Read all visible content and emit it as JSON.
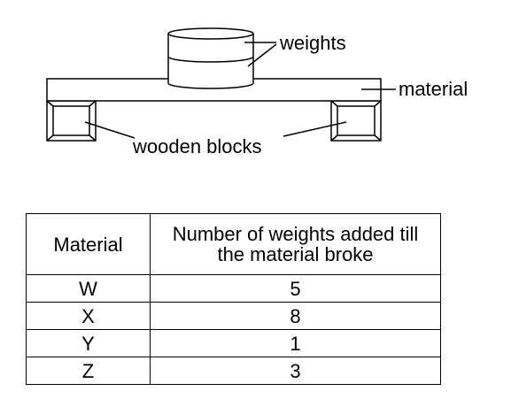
{
  "diagram": {
    "labels": {
      "weights": "weights",
      "material": "material",
      "wooden_blocks": "wooden blocks"
    }
  },
  "table": {
    "headers": {
      "material": "Material",
      "weights_added_line1": "Number of weights added till",
      "weights_added_line2": "the material broke"
    },
    "rows": [
      {
        "material": "W",
        "weights_added": "5"
      },
      {
        "material": "X",
        "weights_added": "8"
      },
      {
        "material": "Y",
        "weights_added": "1"
      },
      {
        "material": "Z",
        "weights_added": "3"
      }
    ]
  }
}
